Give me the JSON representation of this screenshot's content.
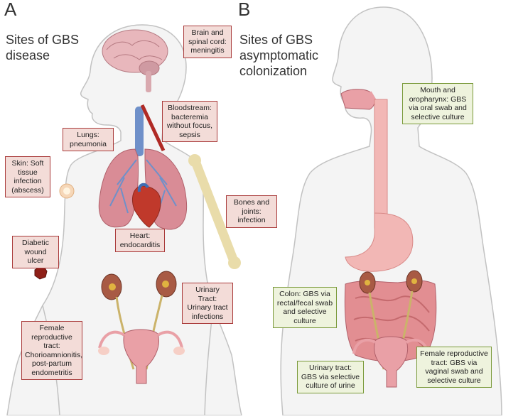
{
  "panels": {
    "a": {
      "letter": "A",
      "title": "Sites of GBS\ndisease",
      "labels": {
        "brain": "Brain and\nspinal cord:\nmeningitis",
        "bloodstream": "Bloodstream:\nbacteremia\nwithout focus,\nsepsis",
        "lungs": "Lungs:\npneumonia",
        "skin": "Skin: Soft\ntissue\ninfection\n(abscess)",
        "bones": "Bones and\njoints:\ninfection",
        "heart": "Heart:\nendocarditis",
        "diabetic": "Diabetic\nwound ulcer",
        "urinary": "Urinary Tract:\nUrinary tract\ninfections",
        "female": "Female\nreproductive\ntract:\nChorioamnionitis,\npost-partum\nendometritis"
      }
    },
    "b": {
      "letter": "B",
      "title": "Sites of GBS\nasymptomatic\ncolonization",
      "labels": {
        "mouth": "Mouth and\noropharynx: GBS\nvia oral swab and\nselective culture",
        "colon": "Colon: GBS via\nrectal/fecal swab\nand selective\nculture",
        "urinary": "Urinary tract:\nGBS via selective\nculture of urine",
        "female": "Female reproductive\ntract: GBS via\nvaginal swab and\nselective culture"
      }
    }
  },
  "colors": {
    "disease_box_fill": "#f3dcd8",
    "disease_box_border": "#a93a3a",
    "colonization_box_fill": "#eef3dd",
    "colonization_box_border": "#7a9a3a",
    "body_outline": "#bdbdbd",
    "organ_pink": "#e9a0a6",
    "vessel_red": "#c0392b",
    "vein_blue": "#5b7fc0",
    "bone": "#f1e6c0",
    "kidney": "#a04a3a"
  }
}
